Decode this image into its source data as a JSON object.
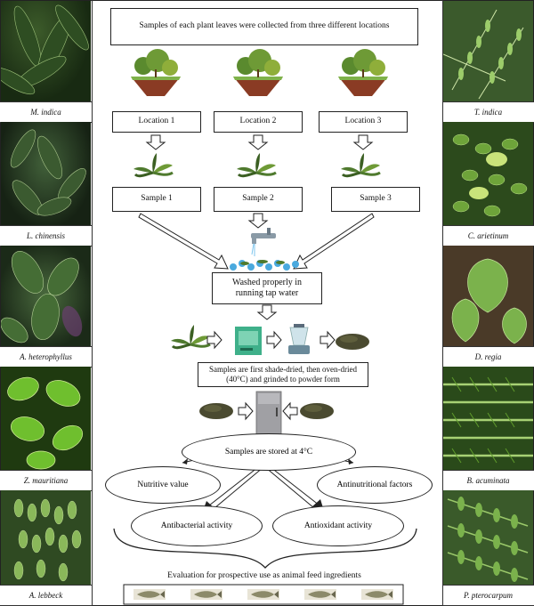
{
  "left_plants": [
    {
      "name": "M. indica"
    },
    {
      "name": "L. chinensis"
    },
    {
      "name": "A. heterophyllus"
    },
    {
      "name": "Z. mauritiana"
    },
    {
      "name": "A. lebbeck"
    }
  ],
  "right_plants": [
    {
      "name": "T. indica"
    },
    {
      "name": "C. arietinum"
    },
    {
      "name": "D. regia"
    },
    {
      "name": "B. acuminata"
    },
    {
      "name": "P. pterocarpum"
    }
  ],
  "flow": {
    "collect": "Samples of each plant leaves were collected from three different locations",
    "locations": [
      "Location 1",
      "Location 2",
      "Location 3"
    ],
    "samples": [
      "Sample 1",
      "Sample 2",
      "Sample 3"
    ],
    "wash_line1": "Washed properly in",
    "wash_line2": "running tap water",
    "dry_line1": "Samples are first shade-dried, then oven-dried",
    "dry_line2": "(40°C) and grinded to powder form",
    "stored": "Samples are stored at 4°C",
    "analyses": [
      "Nutritive value",
      "Antinutritional factors",
      "Antibacterial activity",
      "Antioxidant activity"
    ],
    "evaluation": "Evaluation for prospective use as animal feed ingredients"
  },
  "colors": {
    "leaf_dark": "#2f4a22",
    "leaf_mid": "#4f7a2e",
    "leaf_light": "#7fb24a",
    "soil": "#8a3b24",
    "powder": "#4a4a30",
    "water": "#4aa9de"
  }
}
